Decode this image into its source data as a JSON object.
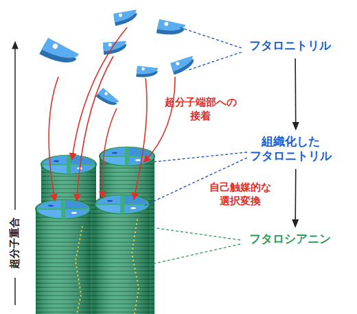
{
  "diagram": {
    "nodes": [
      {
        "text": [
          "フタロニトリル"
        ]
      },
      {
        "text": [
          "組織化した フタロニトリル"
        ]
      },
      {
        "text": [
          "フタロシアニン"
        ]
      }
    ],
    "edges": [
      {
        "from": 0,
        "to": 1,
        "arrow": "to"
      },
      {
        "from": 1,
        "to": 2,
        "label": "自己触媒的な 選択変換",
        "arrow": "to"
      }
    ],
    "labels": [
      "超分子端部への 接着",
      "超分子重合"
    ]
  }
}
